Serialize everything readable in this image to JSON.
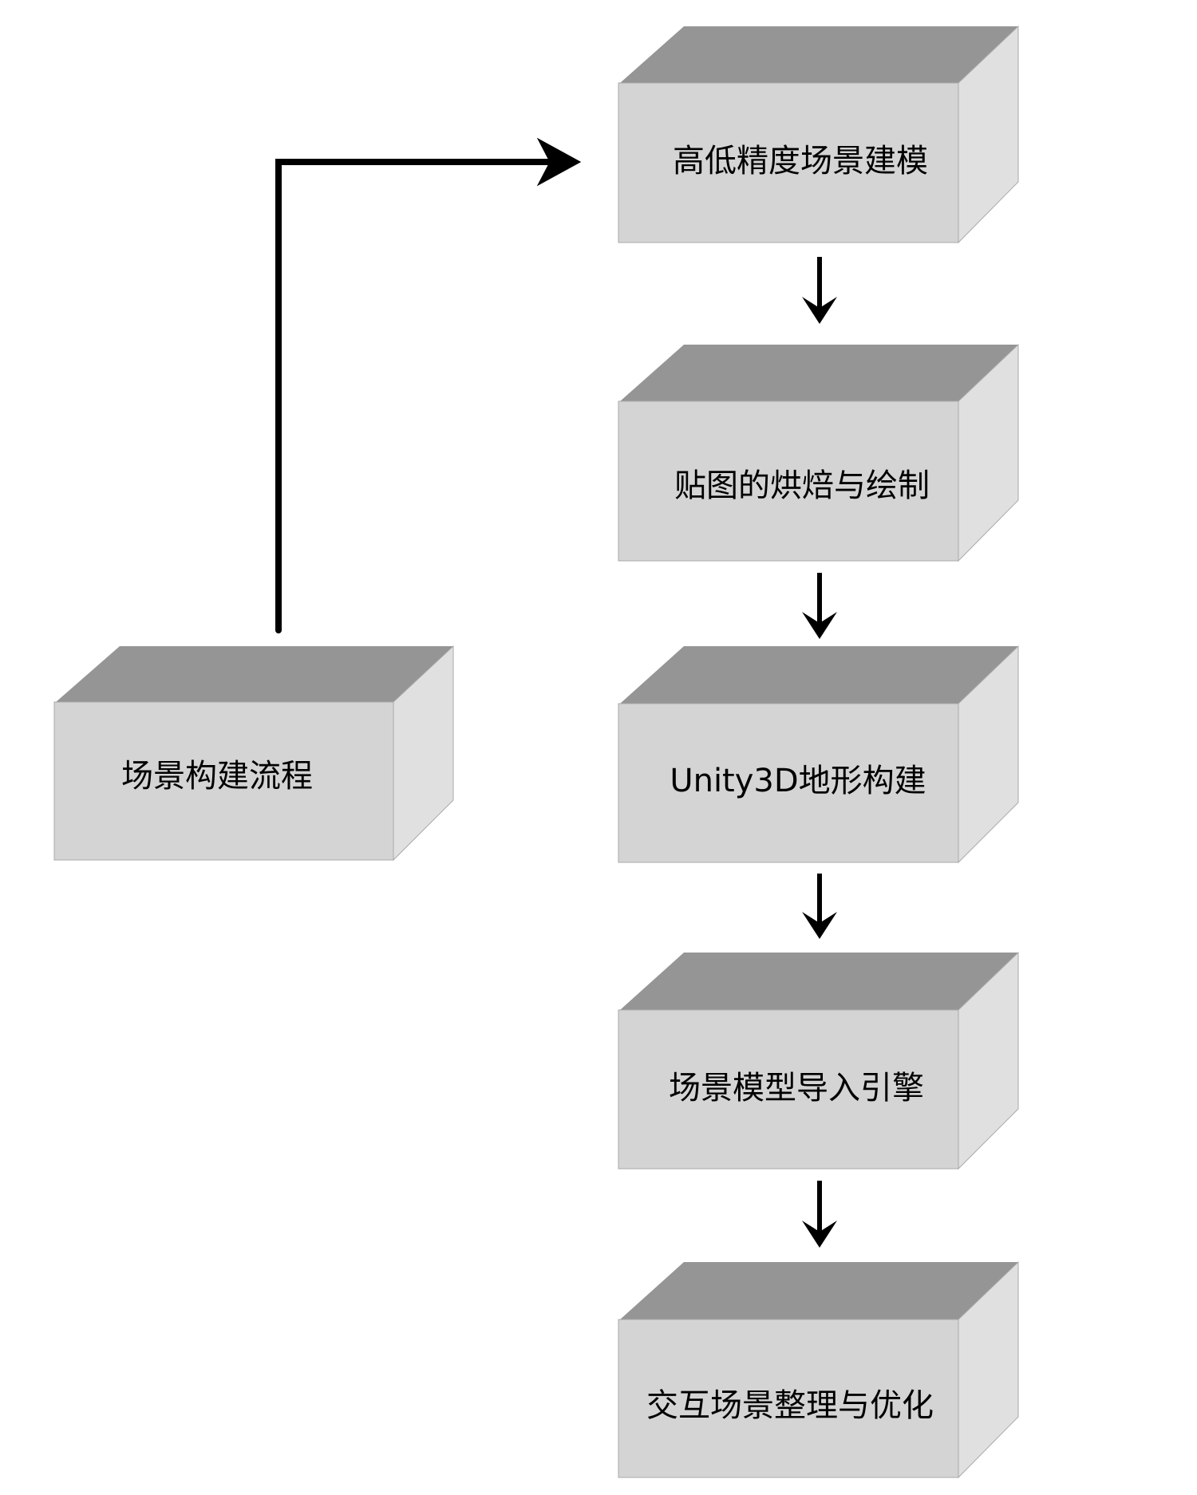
{
  "diagram": {
    "root": {
      "label": "场景构建流程"
    },
    "steps": [
      {
        "label": "高低精度场景建模"
      },
      {
        "label": "贴图的烘焙与绘制"
      },
      {
        "label": "Unity3D地形构建"
      },
      {
        "label": "场景模型导入引擎"
      },
      {
        "label": "交互场景整理与优化"
      }
    ]
  },
  "colors": {
    "box_front": "#d4d4d4",
    "box_top": "#959595",
    "box_side": "#e0e0e0",
    "box_edge": "#aaaaaa",
    "arrow": "#000000"
  }
}
